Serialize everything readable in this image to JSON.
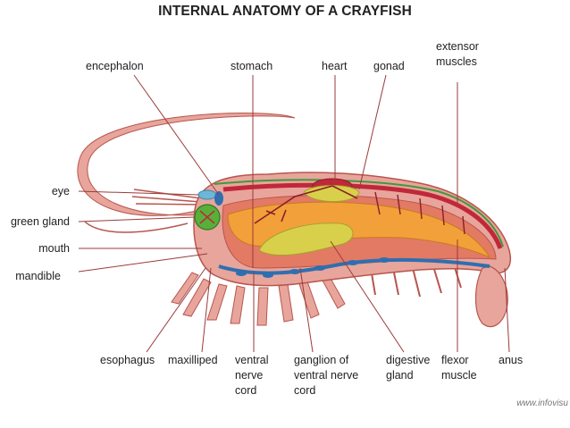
{
  "title": "INTERNAL ANATOMY OF A CRAYFISH",
  "labels": {
    "encephalon": "encephalon",
    "stomach": "stomach",
    "heart": "heart",
    "gonad": "gonad",
    "extensor_line1": "extensor",
    "extensor_line2": "muscles",
    "eye": "eye",
    "green_gland": "green gland",
    "mouth": "mouth",
    "mandible": "mandible",
    "esophagus": "esophagus",
    "maxilliped": "maxilliped",
    "ventral_line1": "ventral",
    "ventral_line2": "nerve",
    "ventral_line3": "cord",
    "ganglion_line1": "ganglion of",
    "ganglion_line2": "ventral nerve",
    "ganglion_line3": "cord",
    "digestive_line1": "digestive",
    "digestive_line2": "gland",
    "flexor_line1": "flexor",
    "flexor_line2": "muscle",
    "anus": "anus"
  },
  "watermark": "www.infovisu",
  "colors": {
    "shell": "#e8a59c",
    "shell_dark": "#b8554e",
    "muscle": "#e27a64",
    "digestive": "#f2a03a",
    "gland": "#d8d04a",
    "nerve": "#2f6fb0",
    "heart": "#c0283a",
    "green_gland": "#58b03a",
    "line": "#9a3b3b"
  }
}
